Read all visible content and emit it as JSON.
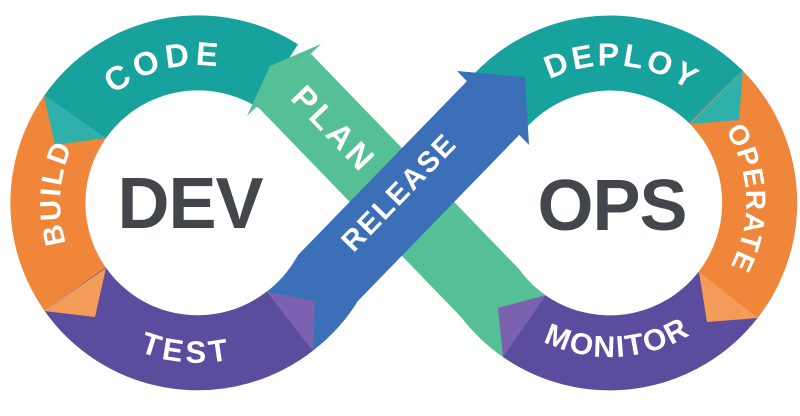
{
  "diagram": {
    "dev_label": "DEV",
    "ops_label": "OPS",
    "segments": [
      {
        "id": "plan",
        "label": "PLAN"
      },
      {
        "id": "code",
        "label": "CODE"
      },
      {
        "id": "build",
        "label": "BUILD"
      },
      {
        "id": "test",
        "label": "TEST"
      },
      {
        "id": "release",
        "label": "RELEASE"
      },
      {
        "id": "deploy",
        "label": "DEPLOY"
      },
      {
        "id": "operate",
        "label": "OPERATE"
      },
      {
        "id": "monitor",
        "label": "MONITOR"
      }
    ],
    "colors": {
      "teal": "#18A29E",
      "green": "#55BF96",
      "blue": "#3B70B9",
      "orange": "#F0863A",
      "purple": "#5B4C9E",
      "teal_light": "#2FB0AA",
      "orange_light": "#F39B58",
      "purple_light": "#7B62B1",
      "label_text": "#FFFFFF",
      "center_text": "#43474C",
      "background": "#FFFFFF"
    }
  }
}
